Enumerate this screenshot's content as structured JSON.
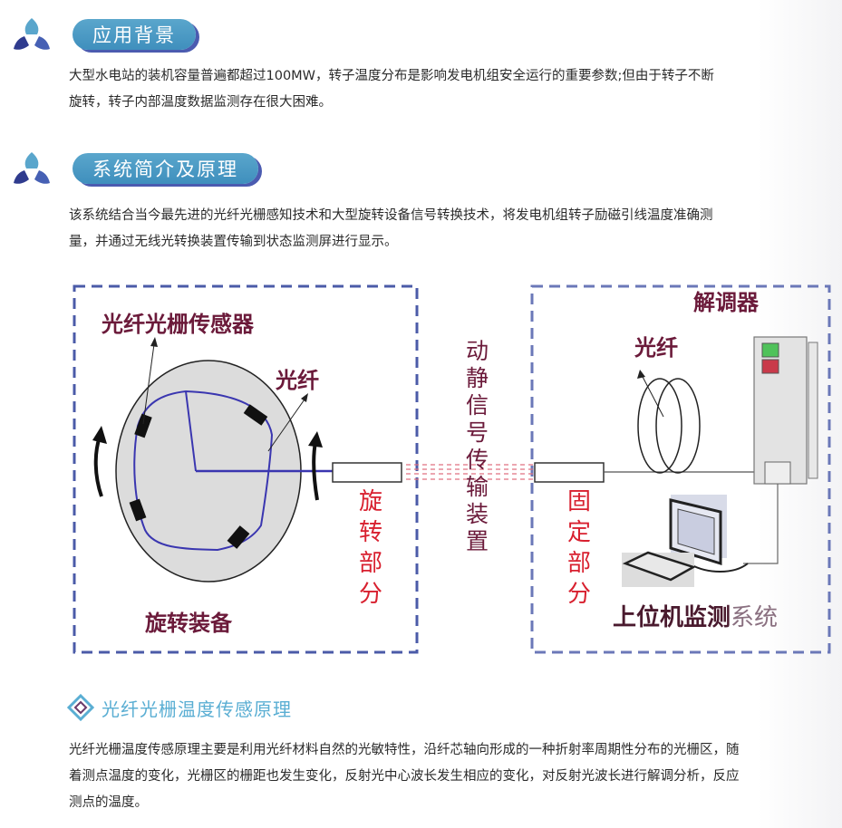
{
  "sections": [
    {
      "title": "应用背景",
      "icon": "tri-petal-logo-icon",
      "body": "大型水电站的装机容量普遍都超过100MW，转子温度分布是影响发电机组安全运行的重要参数;但由于转子不断旋转，转子内部温度数据监测存在很大困难。"
    },
    {
      "title": "系统简介及原理",
      "icon": "tri-petal-logo-icon",
      "body": "该系统结合当今最先进的光纤光栅感知技术和大型旋转设备信号转换技术，将发电机组转子励磁引线温度准确测量，并通过无线光转换装置传输到状态监测屏进行显示。"
    },
    {
      "title": "光纤光栅温度传感原理",
      "icon": "diamond-icon",
      "body": "光纤光栅温度传感原理主要是利用光纤材料自然的光敏特性，沿纤芯轴向形成的一种折射率周期性分布的光栅区，随着测点温度的变化，光栅区的栅距也发生变化，反射光中心波长发生相应的变化，对反射光波长进行解调分析，反应测点的温度。"
    }
  ],
  "diagram": {
    "left_panel": {
      "sensor_label": "光纤光栅传感器",
      "fiber_label": "光纤",
      "equipment_label": "旋转装备",
      "part_label": "旋转部分"
    },
    "middle": {
      "transmission_label": "动静信号传输装置"
    },
    "right_panel": {
      "demodulator_label": "解调器",
      "fiber_label": "光纤",
      "part_label": "固定部分",
      "monitor_label_dark": "上位机监测",
      "monitor_label_light": "系统"
    }
  },
  "colors": {
    "badge": "#4a9ac6",
    "badge_shadow": "#4b5bb0",
    "dashed_border": "#4b5ba8",
    "dark_label": "#6b1a3a",
    "red_label": "#d8202f",
    "fiber_line": "#3a36b0",
    "rotor_fill": "#dcdcdc",
    "subhead": "#5aaed3"
  }
}
